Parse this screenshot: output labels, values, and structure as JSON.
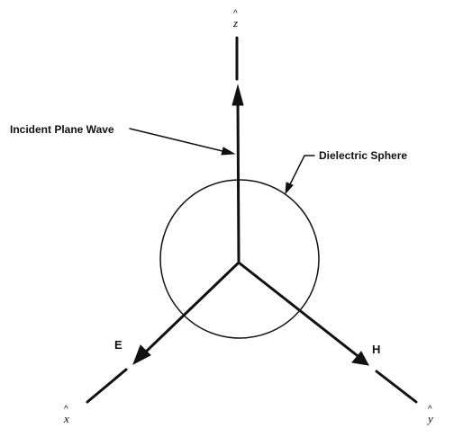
{
  "labels": {
    "incident_plane_wave": "Incident Plane Wave",
    "dielectric_sphere": "Dielectric Sphere",
    "e_field": "E",
    "h_field": "H",
    "axis_z": "z",
    "axis_x": "x",
    "axis_y": "y",
    "axis_hat": "^"
  },
  "colors": {
    "ink": "#111111",
    "background": "#ffffff"
  }
}
